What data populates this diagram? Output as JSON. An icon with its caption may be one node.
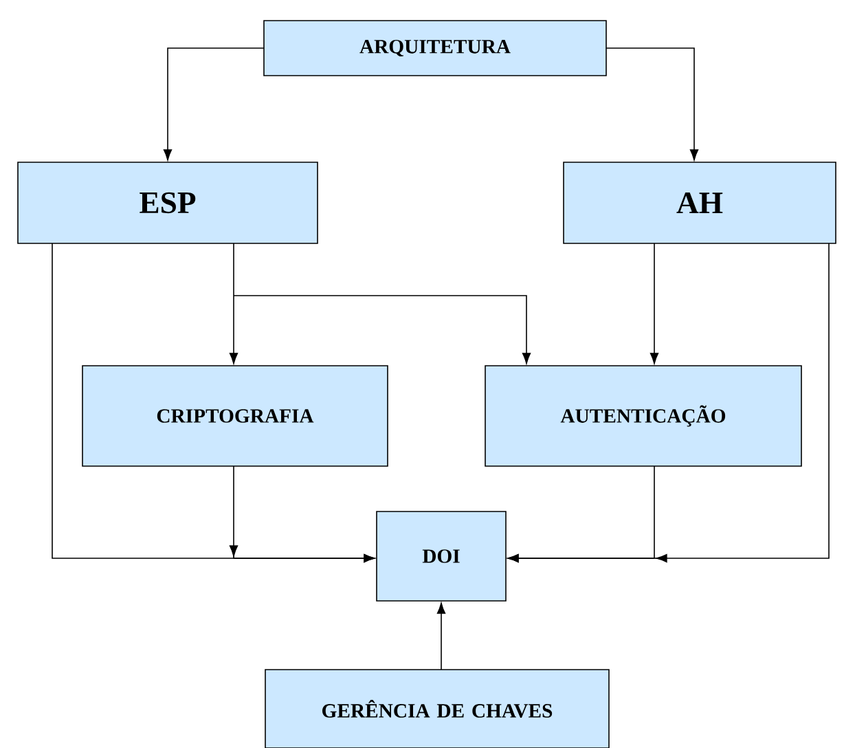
{
  "diagram": {
    "nodes": [
      {
        "text": [
          "ARQUITETURA"
        ]
      },
      {
        "text": [
          "ESP"
        ]
      },
      {
        "text": [
          "AH"
        ]
      },
      {
        "text": [
          "CRIPTOGRAFIA"
        ]
      },
      {
        "text": [
          "AUTENTICAÇÃO"
        ]
      },
      {
        "text": [
          "DOI"
        ]
      },
      {
        "text": [
          "GERÊNCIA DE CHAVES"
        ]
      }
    ],
    "edges": [
      {
        "from": 0,
        "to": 1,
        "arrow": "to"
      },
      {
        "from": 0,
        "to": 2,
        "arrow": "to"
      },
      {
        "from": 1,
        "to": 3,
        "arrow": "to"
      },
      {
        "from": 1,
        "to": 4,
        "arrow": "to"
      },
      {
        "from": 2,
        "to": 4,
        "arrow": "to"
      },
      {
        "from": 1,
        "to": 5,
        "arrow": "to"
      },
      {
        "from": 3,
        "to": 5,
        "arrow": "to"
      },
      {
        "from": 4,
        "to": 5,
        "arrow": "to"
      },
      {
        "from": 2,
        "to": 5,
        "arrow": "to"
      },
      {
        "from": 6,
        "to": 5,
        "arrow": "to"
      }
    ]
  }
}
